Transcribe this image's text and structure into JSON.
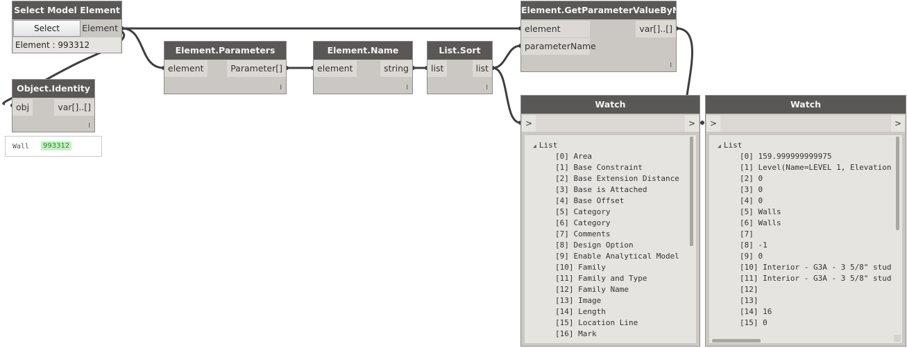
{
  "nodes": {
    "select_model_element": {
      "title": "Select Model Element",
      "button_label": "Select",
      "output": "Element",
      "status": "Element : 993312"
    },
    "object_identity": {
      "title": "Object.Identity",
      "input": "obj",
      "output": "var[]..[]",
      "lacing": "l",
      "preview_type": "Wall",
      "preview_value": "993312"
    },
    "element_parameters": {
      "title": "Element.Parameters",
      "input": "element",
      "output": "Parameter[]",
      "lacing": "l"
    },
    "element_name": {
      "title": "Element.Name",
      "input": "element",
      "output": "string",
      "lacing": "l"
    },
    "list_sort": {
      "title": "List.Sort",
      "input": "list",
      "output": "list",
      "lacing": "l"
    },
    "get_param": {
      "title": "Element.GetParameterValueByName",
      "input1": "element",
      "input2": "parameterName",
      "output": "var[]..[]",
      "lacing": "l"
    },
    "watch1": {
      "title": "Watch",
      "in_port": ">",
      "out_port": ">",
      "root": "List",
      "items": [
        "[0] Area",
        "[1] Base Constraint",
        "[2] Base Extension Distance",
        "[3] Base is Attached",
        "[4] Base Offset",
        "[5] Category",
        "[6] Category",
        "[7] Comments",
        "[8] Design Option",
        "[9] Enable Analytical Model",
        "[10] Family",
        "[11] Family and Type",
        "[12] Family Name",
        "[13] Image",
        "[14] Length",
        "[15] Location Line",
        "[16] Mark"
      ]
    },
    "watch2": {
      "title": "Watch",
      "in_port": ">",
      "out_port": ">",
      "root": "List",
      "items": [
        "[0] 159.999999999975",
        "[1] Level(Name=LEVEL 1, Elevation",
        "[2] 0",
        "[3] 0",
        "[4] 0",
        "[5] Walls",
        "[6] Walls",
        "[7]",
        "[8] -1",
        "[9] 0",
        "[10] Interior - G3A - 3 5/8\" stud",
        "[11] Interior - G3A - 3 5/8\" stud",
        "[12]",
        "[13]",
        "[14] 16",
        "[15] 0"
      ]
    }
  },
  "colors": {
    "node_header": "#5a5856",
    "node_body": "#cbc8c3",
    "wire": "#3e3e3e",
    "preview_highlight": "#c2f0c2"
  }
}
